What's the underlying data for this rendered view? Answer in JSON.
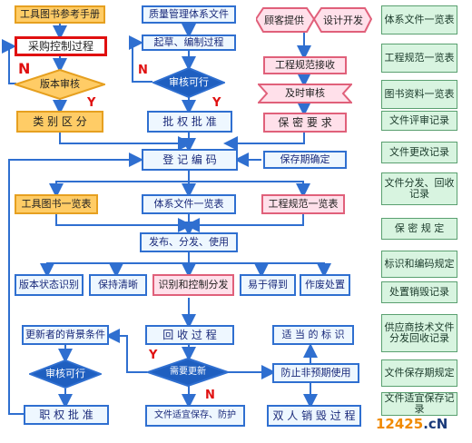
{
  "col1": {
    "manual": "工具图书参考手册",
    "procurement": "采购控制过程",
    "version_review": "版本审核",
    "classify": "类 别 区 分",
    "yes": "Y",
    "no": "N"
  },
  "col2": {
    "qms_file": "质量管理体系文件",
    "draft": "起草、编制过程",
    "review": "审核可行",
    "approve": "批 权 批 准",
    "yes": "Y",
    "no": "N"
  },
  "col3": {
    "customer": "顾客提供",
    "design": "设计开发",
    "spec_receive": "工程规范接收",
    "timely_review": "及时审核",
    "confidential": "保 密 要 求"
  },
  "main": {
    "register": "登 记 编 码",
    "retention": "保存期确定",
    "list_tools": "工具图书一览表",
    "list_system": "体系文件一览表",
    "list_spec": "工程规范一览表",
    "distribute": "发布、分发、使用",
    "sub_version": "版本状态识别",
    "sub_clear": "保持清晰",
    "sub_identify": "识别和控制分发",
    "sub_easy": "易于得到",
    "sub_obsolete": "作废处置"
  },
  "bottom": {
    "background": "更新者的背景条件",
    "review": "审核可行",
    "approve": "职 权 批 准",
    "recall": "回 收 过 程",
    "need_update": "需要更新",
    "store": "文件适宜保存、防护",
    "mark": "适 当 的 标 识",
    "prevent": "防止非预期使用",
    "destroy": "双 人 销 毁 过 程",
    "yes": "Y",
    "no": "N"
  },
  "records": [
    "体系文件一览表",
    "工程规范一览表",
    "图书资料一览表",
    "文件评审记录",
    "文件更改记录",
    "文件分发、回收记录",
    "保 密 规 定",
    "标识和编码规定",
    "处置销毁记录",
    "供应商技术文件分发回收记录",
    "文件保存期规定",
    "文件适宜保存记录"
  ],
  "watermark": {
    "part1": "12425",
    "part2": ".cN"
  }
}
